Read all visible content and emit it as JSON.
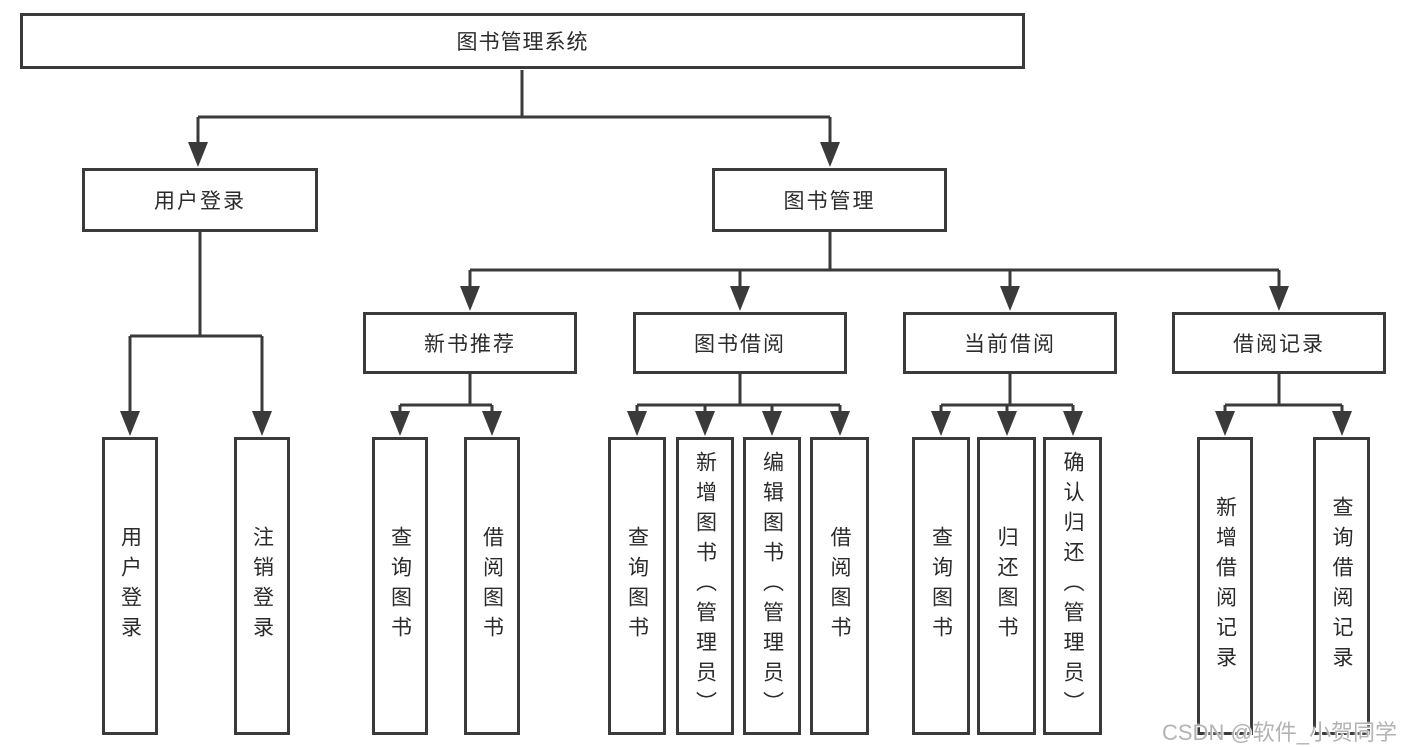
{
  "colors": {
    "line": "#3a3a3a",
    "text": "#2b2b2b",
    "background": "#ffffff",
    "watermark": "#b3b3b3"
  },
  "root": {
    "label": "图书管理系统"
  },
  "level2": [
    {
      "label": "用户登录"
    },
    {
      "label": "图书管理"
    }
  ],
  "level3": [
    {
      "label": "新书推荐"
    },
    {
      "label": "图书借阅"
    },
    {
      "label": "当前借阅"
    },
    {
      "label": "借阅记录"
    }
  ],
  "leaves": [
    {
      "label": "用户登录"
    },
    {
      "label": "注销登录"
    },
    {
      "label": "查询图书"
    },
    {
      "label": "借阅图书"
    },
    {
      "label": "查询图书"
    },
    {
      "label": "新增图书（管理员）"
    },
    {
      "label": "编辑图书（管理员）"
    },
    {
      "label": "借阅图书"
    },
    {
      "label": "查询图书"
    },
    {
      "label": "归还图书"
    },
    {
      "label": "确认归还（管理员）"
    },
    {
      "label": "新增借阅记录"
    },
    {
      "label": "查询借阅记录"
    }
  ],
  "watermark": {
    "text": "CSDN @软件_小贺同学"
  }
}
